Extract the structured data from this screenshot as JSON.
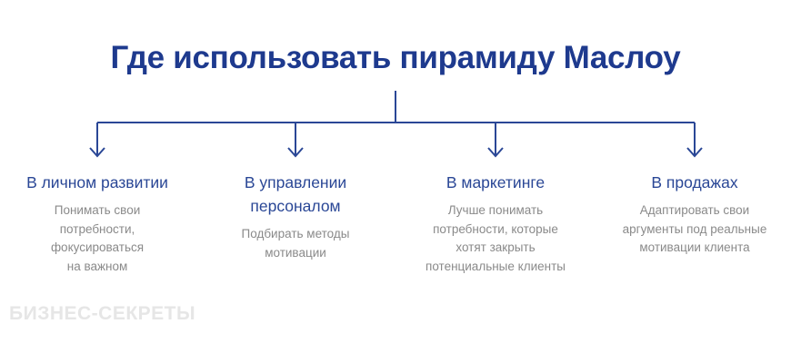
{
  "title": "Где использовать пирамиду Маслоу",
  "accent_color": "#1e3a8e",
  "columns": [
    {
      "heading": [
        "В личном развитии"
      ],
      "description": [
        "Понимать свои",
        "потребности,",
        "фокусироваться",
        "на важном"
      ]
    },
    {
      "heading": [
        "В управлении",
        "персоналом"
      ],
      "description": [
        "Подбирать методы",
        "мотивации"
      ]
    },
    {
      "heading": [
        "В маркетинге"
      ],
      "description": [
        "Лучше понимать",
        "потребности, которые",
        "хотят закрыть",
        "потенциальные клиенты"
      ]
    },
    {
      "heading": [
        "В продажах"
      ],
      "description": [
        "Адаптировать свои",
        "аргументы под реальные",
        "мотивации клиента"
      ]
    }
  ],
  "watermark": "БИЗНЕС-СЕКРЕТЫ"
}
